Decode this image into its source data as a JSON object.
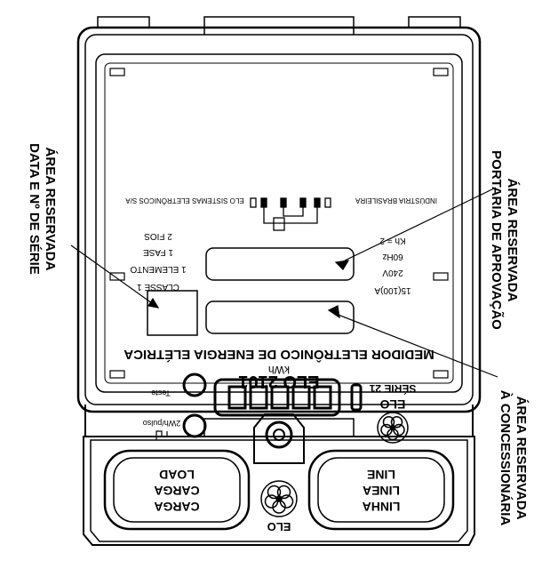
{
  "device": {
    "brand": "ELO",
    "terminal_left": [
      "LINHA",
      "LINEA",
      "LINE"
    ],
    "terminal_right": [
      "CARGA",
      "CARGA",
      "LOAD"
    ]
  },
  "faceplate": {
    "maker_left": "ELO SISTEMAS ELETRÔNICOS S/A",
    "maker_right": "INDÚSTRIA BRASILEIRA",
    "left_specs": [
      "2 FIOS",
      "1 FASE",
      "1 ELEMENTO",
      "CLASSE 1"
    ],
    "right_specs": [
      "Kh = 2",
      "60Hz",
      "240V",
      "15(100)A"
    ],
    "title": "MEDIDOR ELETRÔNICO DE ENERGIA ELÉTRICA",
    "unit": "kWh",
    "test_label": "Teste",
    "pulse_label": "2Wh/pulso",
    "series": "SÉRIE 21",
    "model": "ELO 2101"
  },
  "callouts": {
    "left_top": [
      "ÁREA RESERVADA",
      "PORTARIA DE APROVAÇÃO"
    ],
    "right_top": [
      "ÁREA RESERVADA",
      "DATA E Nº DE SÉRIE"
    ],
    "left_bottom": [
      "ÁREA RESERVADA",
      "À CONCESSIONÁRIA"
    ]
  }
}
